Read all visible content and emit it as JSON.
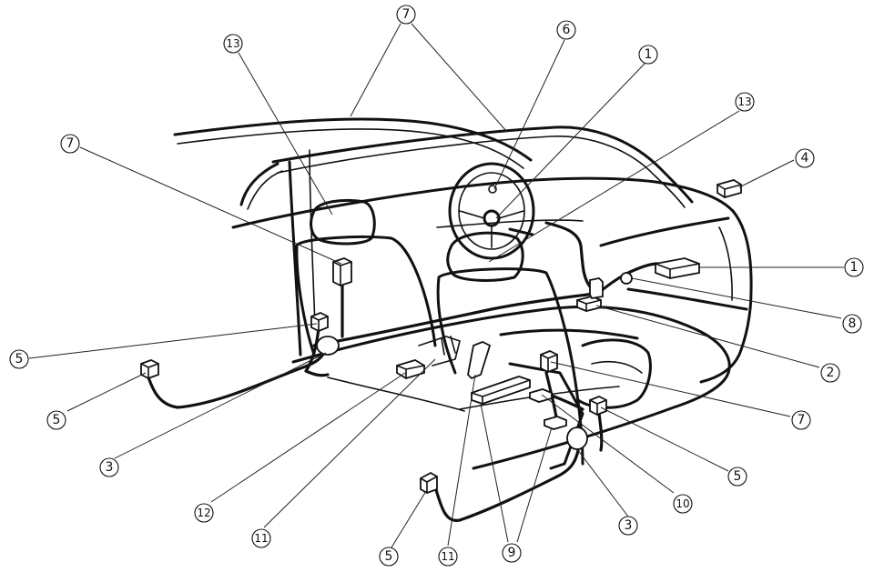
{
  "callouts": [
    {
      "id": "c7-top",
      "label": "7"
    },
    {
      "id": "c13-left",
      "label": "13"
    },
    {
      "id": "c6",
      "label": "6"
    },
    {
      "id": "c1-top",
      "label": "1"
    },
    {
      "id": "c13-right",
      "label": "13"
    },
    {
      "id": "c4",
      "label": "4"
    },
    {
      "id": "c7-left",
      "label": "7"
    },
    {
      "id": "c1-right",
      "label": "1"
    },
    {
      "id": "c8",
      "label": "8"
    },
    {
      "id": "c5-left",
      "label": "5"
    },
    {
      "id": "c5-far-left",
      "label": "5"
    },
    {
      "id": "c2",
      "label": "2"
    },
    {
      "id": "c7-right",
      "label": "7"
    },
    {
      "id": "c3-left",
      "label": "3"
    },
    {
      "id": "c5-right",
      "label": "5"
    },
    {
      "id": "c12",
      "label": "12"
    },
    {
      "id": "c10",
      "label": "10"
    },
    {
      "id": "c11-left",
      "label": "11"
    },
    {
      "id": "c3-bottom",
      "label": "3"
    },
    {
      "id": "c5-bottom",
      "label": "5"
    },
    {
      "id": "c11-bottom",
      "label": "11"
    },
    {
      "id": "c9",
      "label": "9"
    }
  ]
}
